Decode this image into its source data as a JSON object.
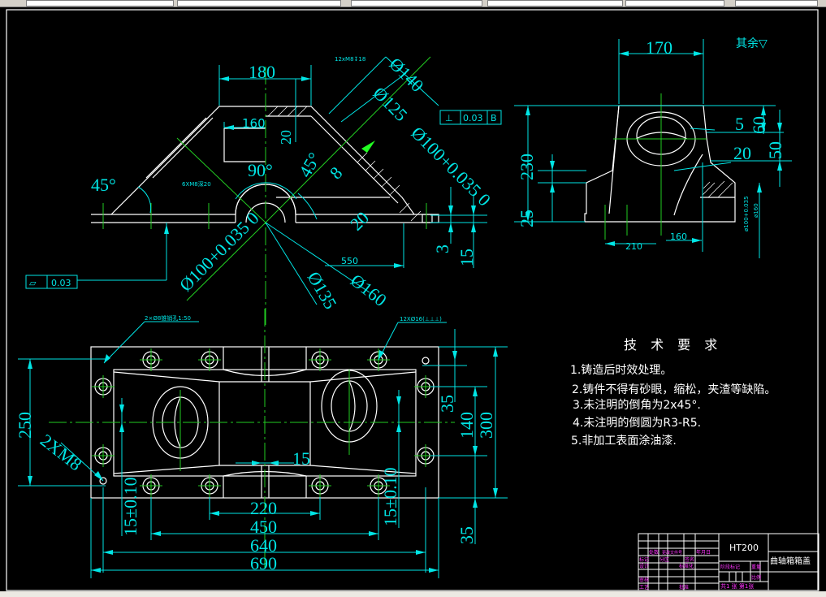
{
  "colors": {
    "background": "#000000",
    "outline": "#ffffff",
    "dimension": "#00e5e5",
    "centerline": "#22cc22",
    "titleblock_labels": "#ff33ff"
  },
  "front_view": {
    "dims": {
      "top_width": "180",
      "inner_width": "160",
      "top_thick": "20",
      "angle_left": "45°",
      "angle_center": "90°",
      "angle_right": "45°",
      "d140": "Ø140",
      "d125": "Ø125",
      "d100_right": "Ø100+0.035 0",
      "wall": "8",
      "rib": "20",
      "len550": "550",
      "h3": "3",
      "h15": "15",
      "d100_left": "Ø100+0.035 0",
      "d135": "Ø135",
      "d160": "Ø160"
    },
    "flatness": {
      "symbol": "▱",
      "value": "0.03"
    },
    "perpendicularity": {
      "symbol": "⊥",
      "value": "0.03",
      "datum": "B"
    },
    "hole_note_small": "6XM8深20",
    "hole_note_top": "12xM8↧18"
  },
  "side_view": {
    "roughness_note": "其余▽",
    "dims": {
      "width170": "170",
      "h230": "230",
      "h25": "25",
      "d5": "5",
      "d60": "60",
      "d50": "50",
      "d20": "20",
      "w210": "210",
      "w160": "160",
      "d100s": "ø100+0.035",
      "d160s": "ø160"
    }
  },
  "top_view": {
    "note_pin": "2×Ø8锥销孔1:50",
    "note_holes": "12XØ16(⊥⊥⊥)",
    "dims": {
      "h250": "250",
      "m8": "2XM8",
      "tol_left": "15±0.10",
      "tol_right": "15±0.10",
      "c15": "15",
      "w220": "220",
      "w450": "450",
      "w640": "640",
      "w690": "690",
      "r35a": "35",
      "r140": "140",
      "r300": "300",
      "r35b": "35"
    }
  },
  "tech_requirements": {
    "title": "技 术 要 求",
    "items": [
      "1.铸造后时效处理。",
      "2.铸件不得有砂眼，缩松，夹渣等缺陷。",
      "3.未注明的倒角为2x45°.",
      "4.未注明的倒圆为R3-R5.",
      "5.非加工表面涂油漆."
    ]
  },
  "title_block": {
    "material": "HT200",
    "part_name": "曲轴箱箱盖",
    "labels": [
      "标记",
      "处数",
      "分区",
      "更改文件号",
      "签名",
      "年月日",
      "设计",
      "标准化",
      "审核",
      "工艺",
      "批准",
      "阶段标记",
      "重量",
      "比例"
    ],
    "sheet": "共1 张 第1张"
  }
}
